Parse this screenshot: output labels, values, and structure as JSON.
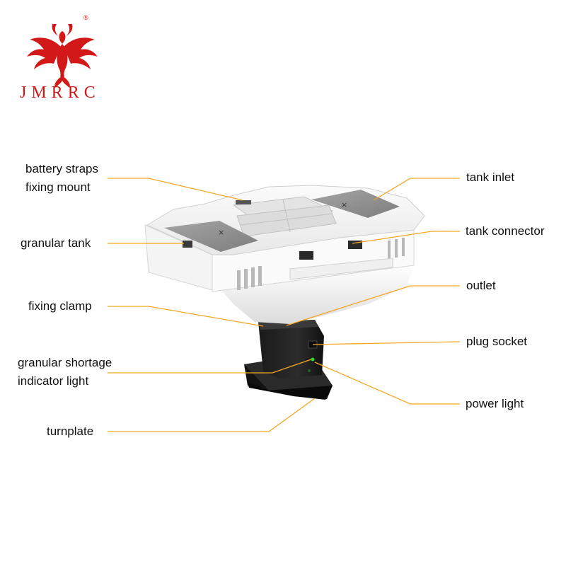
{
  "brand": {
    "name": "JMRRC",
    "registered_mark": "®",
    "accent_color": "#d21818"
  },
  "diagram": {
    "leader_color": "#f5a623",
    "callouts_left": [
      {
        "id": "battery-straps",
        "lines": [
          "battery straps",
          "fixing mount"
        ]
      },
      {
        "id": "granular-tank",
        "lines": [
          "granular tank"
        ]
      },
      {
        "id": "fixing-clamp",
        "lines": [
          "fixing clamp"
        ]
      },
      {
        "id": "granular-shortage",
        "lines": [
          "granular shortage",
          "indicator light"
        ]
      },
      {
        "id": "turnplate",
        "lines": [
          "turnplate"
        ]
      }
    ],
    "callouts_right": [
      {
        "id": "tank-inlet",
        "lines": [
          "tank inlet"
        ]
      },
      {
        "id": "tank-connector",
        "lines": [
          "tank connector"
        ]
      },
      {
        "id": "outlet",
        "lines": [
          "outlet"
        ]
      },
      {
        "id": "plug-socket",
        "lines": [
          "plug socket"
        ]
      },
      {
        "id": "power-light",
        "lines": [
          "power light"
        ]
      }
    ]
  }
}
